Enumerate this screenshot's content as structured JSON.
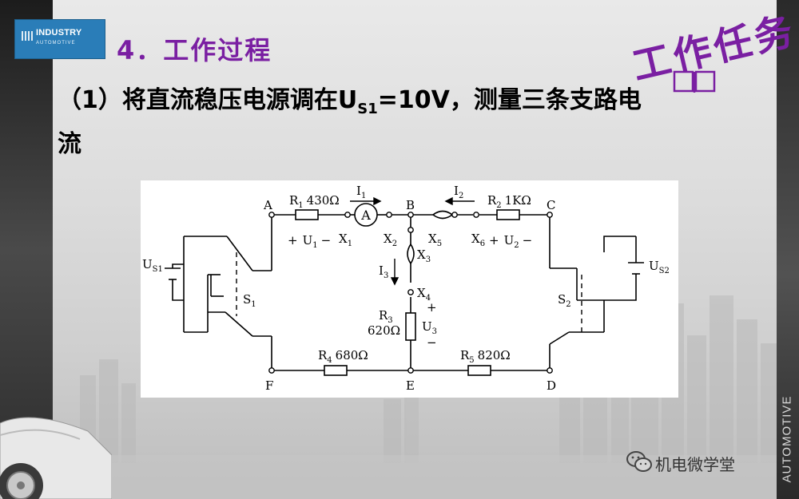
{
  "logo": {
    "main": "INDUSTRY",
    "sub": "AUTOMOTIVE"
  },
  "heading": "4．工作过程",
  "stamp": {
    "text": "工作任务",
    "icon": "book-icon"
  },
  "task": {
    "prefix": "（1）将直流稳压电源调在U",
    "sub": "S1",
    "suffix": "=10V，测量三条支路电流"
  },
  "circuit": {
    "nodes": [
      "A",
      "B",
      "C",
      "D",
      "E",
      "F"
    ],
    "R1": "R",
    "R1_sub": "1",
    "R1_val": "430Ω",
    "R2": "R",
    "R2_sub": "2",
    "R2_val": "1KΩ",
    "R3": "R",
    "R3_sub": "3",
    "R3_val": "620Ω",
    "R4": "R",
    "R4_sub": "4",
    "R4_val": "680Ω",
    "R5": "R",
    "R5_sub": "5",
    "R5_val": "820Ω",
    "I1": "I",
    "I1_sub": "1",
    "I2": "I",
    "I2_sub": "2",
    "I3": "I",
    "I3_sub": "3",
    "US1": "U",
    "US1_sub": "S1",
    "US2": "U",
    "US2_sub": "S2",
    "S1": "S",
    "S1_sub": "1",
    "S2": "S",
    "S2_sub": "2",
    "U1": "U",
    "U1_sub": "1",
    "U2": "U",
    "U2_sub": "2",
    "U3": "U",
    "U3_sub": "3",
    "X": "X",
    "X_subs": [
      "1",
      "2",
      "3",
      "4",
      "5",
      "6"
    ],
    "ammeter": "A",
    "plus": "+",
    "minus": "−"
  },
  "watermark": "机电微学堂",
  "vertical": "AUTOMOTIVE"
}
